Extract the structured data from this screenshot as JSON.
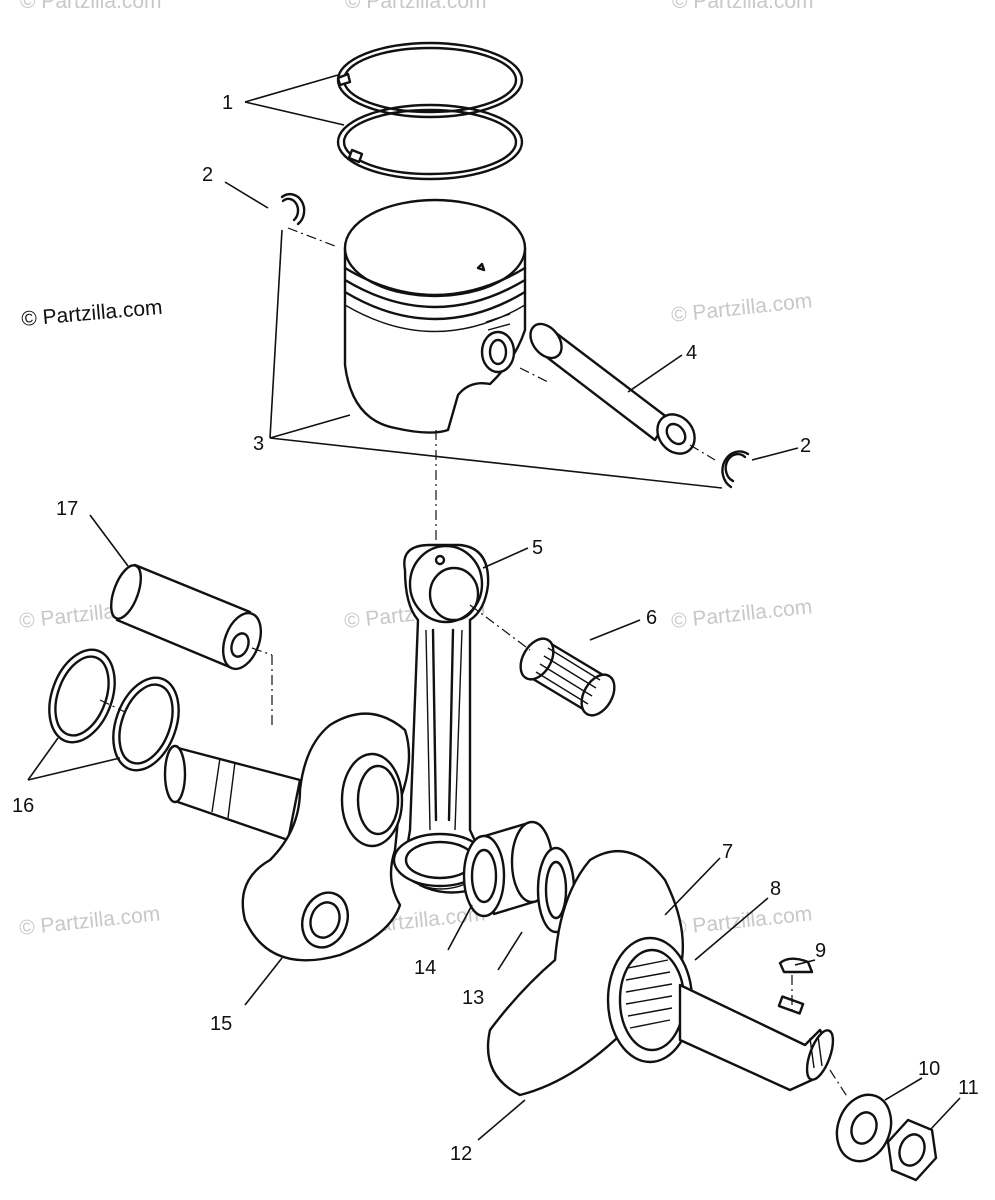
{
  "copyright": "© Partzilla.com",
  "watermark": "© Partzilla.com",
  "callouts": {
    "c1": "1",
    "c2a": "2",
    "c2b": "2",
    "c3": "3",
    "c4": "4",
    "c5": "5",
    "c6": "6",
    "c7": "7",
    "c8": "8",
    "c9": "9",
    "c10": "10",
    "c11": "11",
    "c12": "12",
    "c13": "13",
    "c14": "14",
    "c15": "15",
    "c16": "16",
    "c17": "17"
  }
}
